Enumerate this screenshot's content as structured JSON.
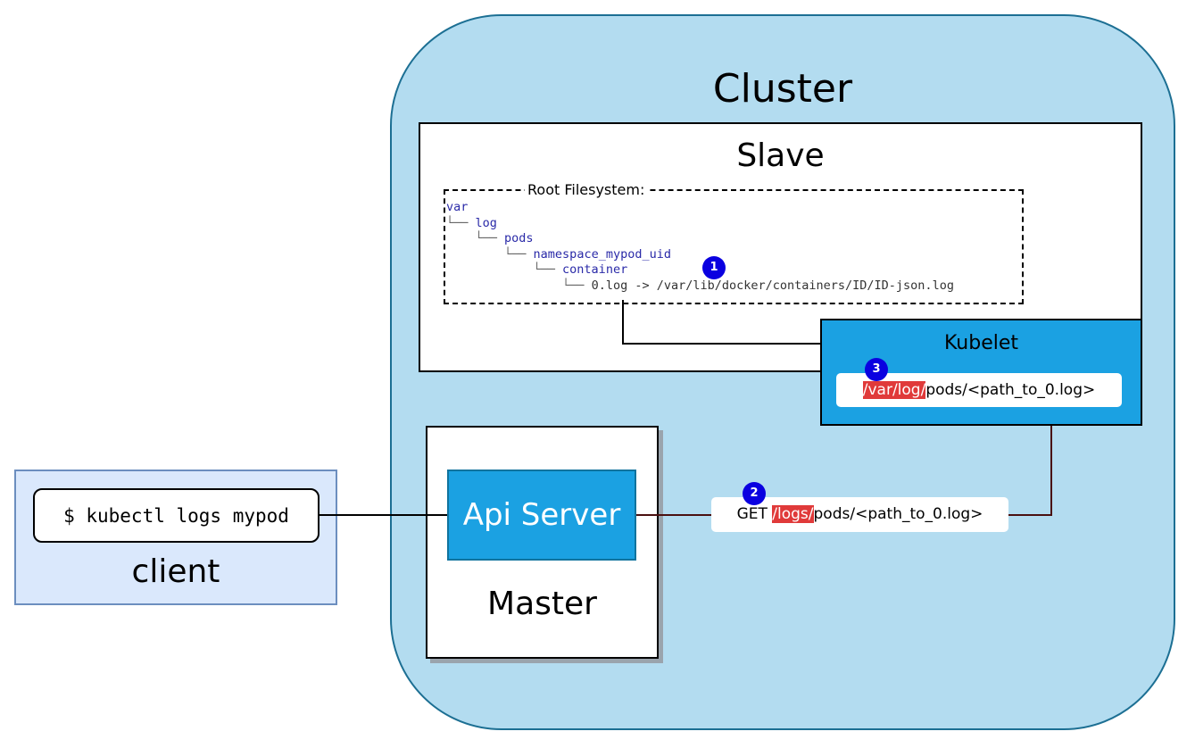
{
  "cluster": {
    "title": "Cluster"
  },
  "slave": {
    "title": "Slave",
    "rootfs": {
      "label": "Root Filesystem:",
      "tree": [
        {
          "prefix": "",
          "name": "var",
          "kind": "dir"
        },
        {
          "prefix": "└── ",
          "name": "log",
          "kind": "dir"
        },
        {
          "prefix": "    └── ",
          "name": "pods",
          "kind": "dir"
        },
        {
          "prefix": "        └── ",
          "name": "namespace_mypod_uid",
          "kind": "dir"
        },
        {
          "prefix": "            └── ",
          "name": "container",
          "kind": "dir"
        },
        {
          "prefix": "                └── ",
          "name": "0.log -> /var/lib/docker/containers/ID/ID-json.log",
          "kind": "file"
        }
      ]
    },
    "badge": "1"
  },
  "kubelet": {
    "title": "Kubelet",
    "badge": "3",
    "path_highlight": "/var/log/",
    "path_rest": "pods/<path_to_0.log>"
  },
  "request": {
    "badge": "2",
    "method": "GET ",
    "path_highlight": "/logs/",
    "path_rest": "pods/<path_to_0.log>"
  },
  "master": {
    "title": "Master",
    "api_server": "Api Server"
  },
  "client": {
    "title": "client",
    "command": "$ kubectl logs mypod"
  },
  "colors": {
    "cluster_fill": "#b3dcf0",
    "cluster_stroke": "#1c6f93",
    "component_fill": "#1ba1e2",
    "client_fill": "#dae8fc",
    "client_stroke": "#6c8ebf",
    "highlight": "#e03a3a",
    "badge": "#0a00e0",
    "wire_request": "#4a1010"
  }
}
